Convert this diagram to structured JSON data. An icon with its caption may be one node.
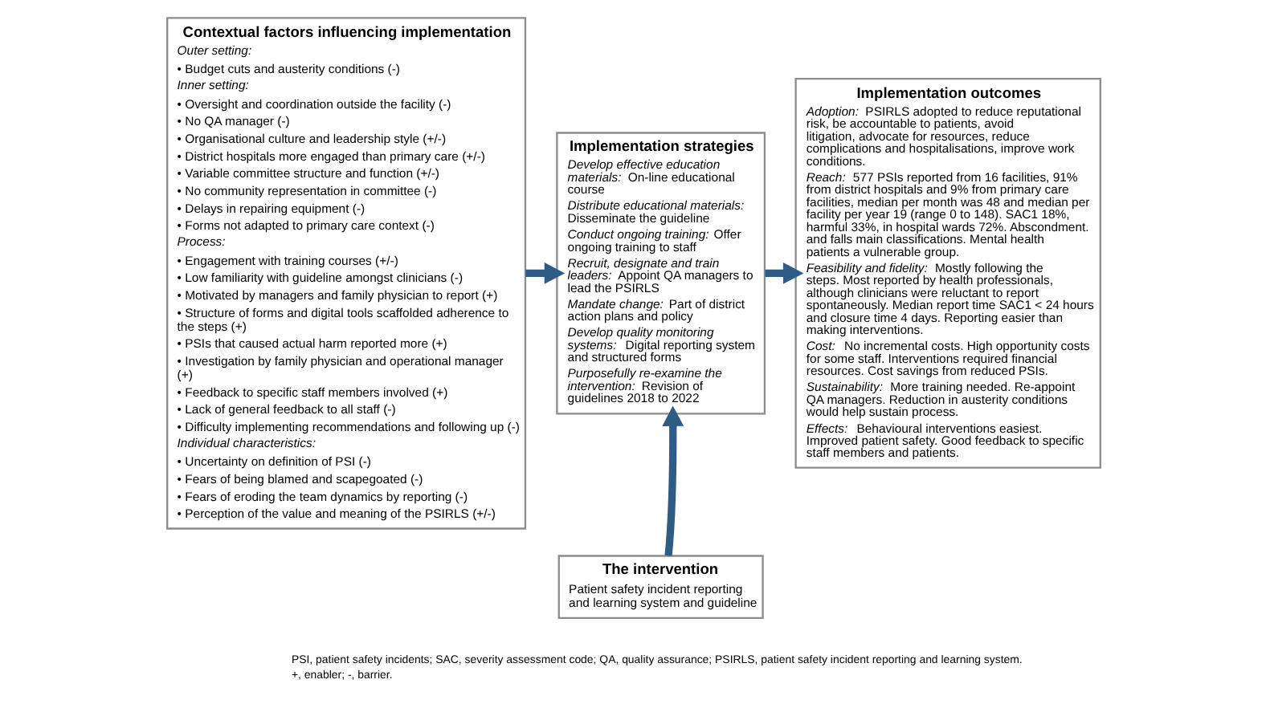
{
  "diagram": {
    "nodes": [
      {
        "text": [
          "Contextual factors influencing implementation",
          "*Outer setting:*",
          "• Budget cuts and austerity conditions (-)",
          "*Inner setting:*",
          "• Oversight and coordination outside the facility (-)",
          "• No QA manager (-)",
          "• Organisational culture and leadership style (+/-)",
          "• District hospitals more engaged than primary care (+/-)",
          "• Variable committee structure and function (+/-)",
          "• No community representation in committee (-)",
          "• Delays in repairing equipment (-)",
          "• Forms not adapted to primary care context (-)",
          "*Process:*",
          "• Engagement with training courses (+/-)",
          "• Low familiarity with guideline amongst clinicians (-)",
          "• Motivated by managers and family physician to report (+)",
          "• Structure of forms and digital tools scaffolded adherence to the steps (+)",
          "• PSIs that caused actual harm reported more (+)",
          "• Investigation by family physician and operational manager (+)",
          "• Feedback to specific staff members involved (+)",
          "• Lack of general feedback to all staff (-)",
          "• Difficulty implementing recommendations and following up (-)",
          "*Individual characteristics:*",
          "• Uncertainty on definition of PSI (-)",
          "• Fears of being blamed and scapegoated (-)",
          "• Fears of eroding the team dynamics by reporting (-)",
          "• Perception of the value and meaning of the PSIRLS (+/-)"
        ]
      },
      {
        "text": [
          "Implementation strategies",
          "*Develop effective education materials:* On-line educational course",
          "*Distribute educational materials:* Disseminate the guideline",
          "*Conduct ongoing training:* Offer ongoing training to staff",
          "*Recruit, designate and train leaders:* Appoint QA managers to lead the PSIRLS",
          "*Mandate change:* Part of district action plans and policy",
          "*Develop quality monitoring systems:* Digital reporting system and structured forms",
          "*Purposefully re-examine the intervention:* Revision of guidelines 2018 to 2022"
        ]
      },
      {
        "text": [
          "The intervention",
          "Patient safety incident reporting and learning system and guideline"
        ]
      },
      {
        "text": [
          "Implementation outcomes",
          "*Adoption:* PSIRLS adopted to reduce reputational risk, be accountable to patients, avoid litigation, advocate for resources, reduce complications and hospitalisations, improve work conditions.",
          "*Reach:* 577 PSIs reported from 16 facilities, 91% from district hospitals and 9% from primary care facilities, median per month was 48 and median per facility per year 19 (range 0 to 148). SAC1 18%, harmful 33%, in hospital wards 72%. Abscondment. and falls main classifications. Mental health patients a vulnerable group.",
          "*Feasibility and fidelity:* Mostly following the steps. Most reported by health professionals, although clinicians were reluctant to report spontaneously. Median report time SAC1 < 24 hours and closure time 4 days. Reporting easier than making interventions.",
          "*Cost:* No incremental costs. High opportunity costs for some staff. Interventions required financial resources. Cost savings from reduced PSIs.",
          "*Sustainability:* More training needed. Re-appoint QA managers. Reduction in austerity conditions would help sustain process.",
          "*Effects:* Behavioural interventions easiest. Improved patient safety. Good feedback to specific staff members and patients."
        ]
      }
    ],
    "edges": [
      {
        "from": 0,
        "to": 1,
        "arrow": "to"
      },
      {
        "from": 2,
        "to": 1,
        "arrow": "to"
      },
      {
        "from": 1,
        "to": 3,
        "arrow": "to"
      }
    ],
    "labels": [
      "PSI, patient safety incidents; SAC, severity assessment code; QA, quality assurance; PSIRLS, patient safety incident reporting and learning system.",
      "+, enabler; -, barrier."
    ]
  }
}
